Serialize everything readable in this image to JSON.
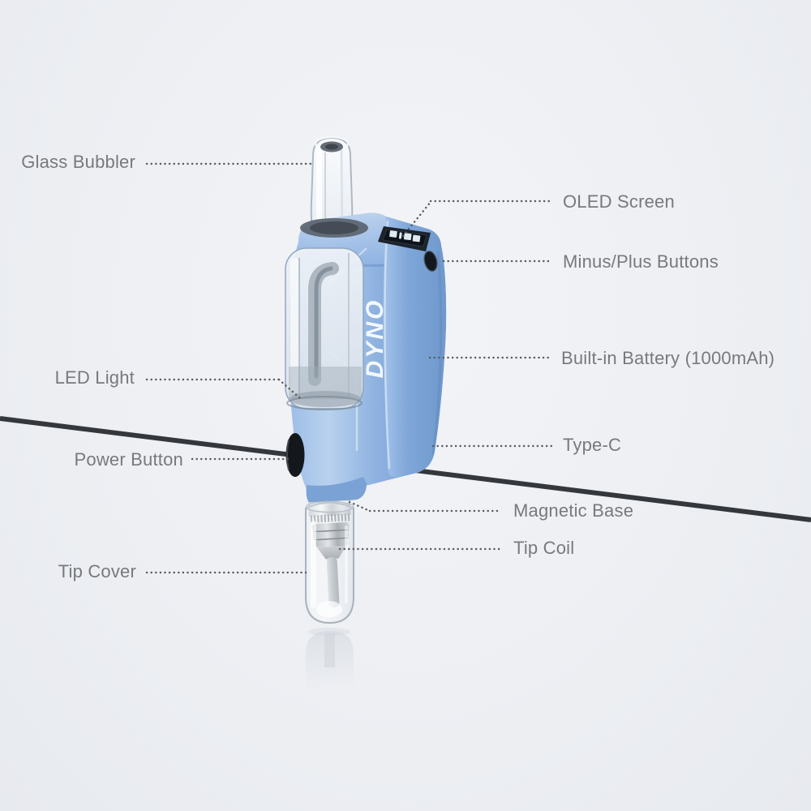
{
  "diagram": {
    "title_visible": false,
    "type": "product-callout-diagram",
    "product": {
      "brand": "DYNO",
      "kind": "electronic dab pen / vaporizer with glass bubbler"
    },
    "callouts": {
      "glass_bubbler": "Glass Bubbler",
      "oled_screen": "OLED Screen",
      "minus_plus": "Minus/Plus Buttons",
      "battery": "Built-in Battery (1000mAh)",
      "type_c": "Type-C",
      "magnetic_base": "Magnetic Base",
      "tip_coil": "Tip Coil",
      "led_light": "LED Light",
      "power_button": "Power Button",
      "tip_cover": "Tip Cover"
    },
    "colors": {
      "background": "#edeff3",
      "body_blue": "#7fa8db",
      "body_blue_light": "#b9d1ee",
      "body_blue_dark": "#6a93c7",
      "diagonal_line": "#34383d",
      "label_text": "#77797c",
      "leader_dots": "#595c60",
      "screen_black": "#0d1318",
      "chrome": "#c9ced4",
      "logo_white": "#f4f8fc"
    }
  }
}
